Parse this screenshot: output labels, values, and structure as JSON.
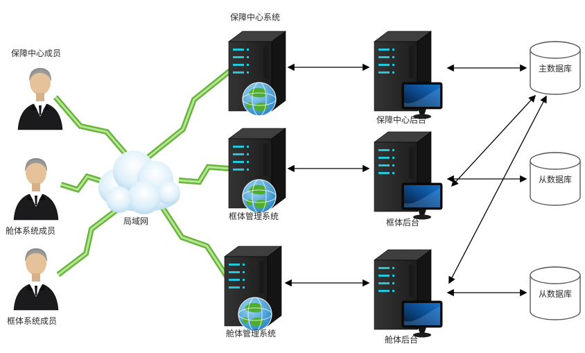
{
  "users": [
    {
      "label": "保障中心成员",
      "label_position": "above"
    },
    {
      "label": "舱体系统成员",
      "label_position": "below"
    },
    {
      "label": "框体系统成员",
      "label_position": "below"
    }
  ],
  "network": {
    "label": "局域网"
  },
  "web_servers": [
    {
      "label": "保障中心系统",
      "label_position": "above"
    },
    {
      "label": "框体管理系统",
      "label_position": "below"
    },
    {
      "label": "舱体管理系统",
      "label_position": "below"
    }
  ],
  "backend_servers": [
    {
      "label": "保障中心后台"
    },
    {
      "label": "框体后台"
    },
    {
      "label": "舱体后台"
    }
  ],
  "databases": [
    {
      "label": "主数据库"
    },
    {
      "label": "从数据库"
    },
    {
      "label": "从数据库"
    }
  ],
  "connections": [
    {
      "from": "保障中心成员",
      "to": "局域网",
      "type": "lightning"
    },
    {
      "from": "舱体系统成员",
      "to": "局域网",
      "type": "lightning"
    },
    {
      "from": "框体系统成员",
      "to": "局域网",
      "type": "lightning"
    },
    {
      "from": "局域网",
      "to": "保障中心系统",
      "type": "lightning"
    },
    {
      "from": "局域网",
      "to": "框体管理系统",
      "type": "lightning"
    },
    {
      "from": "局域网",
      "to": "舱体管理系统",
      "type": "lightning"
    },
    {
      "from": "保障中心系统",
      "to": "保障中心后台",
      "type": "double-arrow"
    },
    {
      "from": "框体管理系统",
      "to": "框体后台",
      "type": "double-arrow"
    },
    {
      "from": "舱体管理系统",
      "to": "舱体后台",
      "type": "double-arrow"
    },
    {
      "from": "保障中心后台",
      "to": "主数据库",
      "type": "double-arrow"
    },
    {
      "from": "框体后台",
      "to": "从数据库",
      "type": "double-arrow"
    },
    {
      "from": "舱体后台",
      "to": "从数据库",
      "type": "double-arrow"
    },
    {
      "from": "框体后台",
      "to": "主数据库",
      "type": "double-arrow"
    },
    {
      "from": "舱体后台",
      "to": "主数据库",
      "type": "double-arrow"
    }
  ],
  "icons": {
    "user": "person-icon",
    "network": "cloud-icon",
    "web_server": "server-globe-icon",
    "backend_server": "server-monitor-icon",
    "database": "database-cylinder-icon",
    "lan_link": "lightning-bolt-icon",
    "link": "double-arrow-icon"
  },
  "colors": {
    "background": "#FFFFFF",
    "bolt_green": "#69B43C",
    "bolt_green_light": "#B6E795",
    "arrow_black": "#000000",
    "cloud_blue": "#BEE0F4",
    "server_body": "#262626",
    "server_led": "#24C8DC",
    "globe_ocean": "#1B7EC2",
    "globe_land": "#4FAE2F",
    "screen_blue": "#1673C8",
    "db_fill": "#FFFFFF",
    "db_stroke": "#595959",
    "label_color": "#2B2B2B"
  }
}
